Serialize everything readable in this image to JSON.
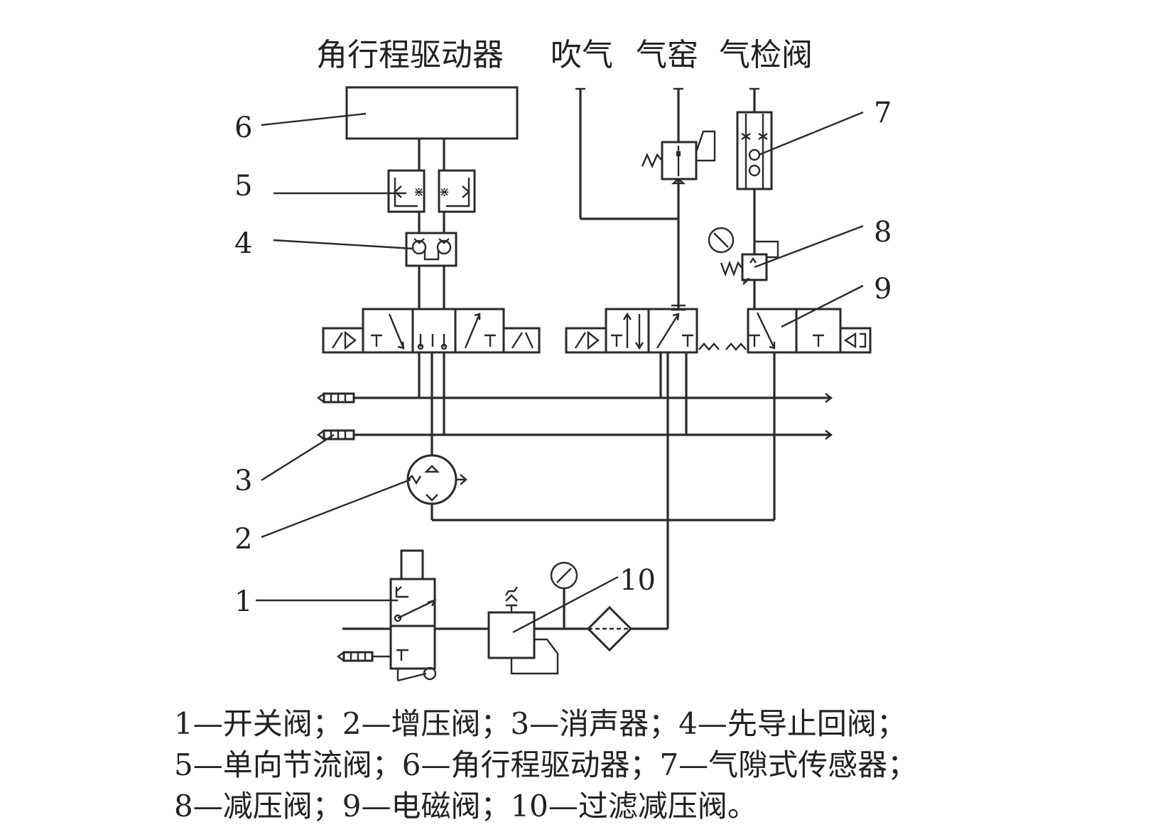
{
  "top_labels": {
    "actuator": "角行程驱动器",
    "blow": "吹气",
    "seal": "气窑",
    "check_valve": "气检阀"
  },
  "callouts": [
    "1",
    "2",
    "3",
    "4",
    "5",
    "6",
    "7",
    "8",
    "9",
    "10"
  ],
  "legend": [
    "1—开关阀；2—增压阀；3—消声器；4—先导止回阀；",
    "5—单向节流阀；6—角行程驱动器；7—气隙式传感器；",
    "8—减压阀；9—电磁阀；10—过滤减压阀。"
  ]
}
